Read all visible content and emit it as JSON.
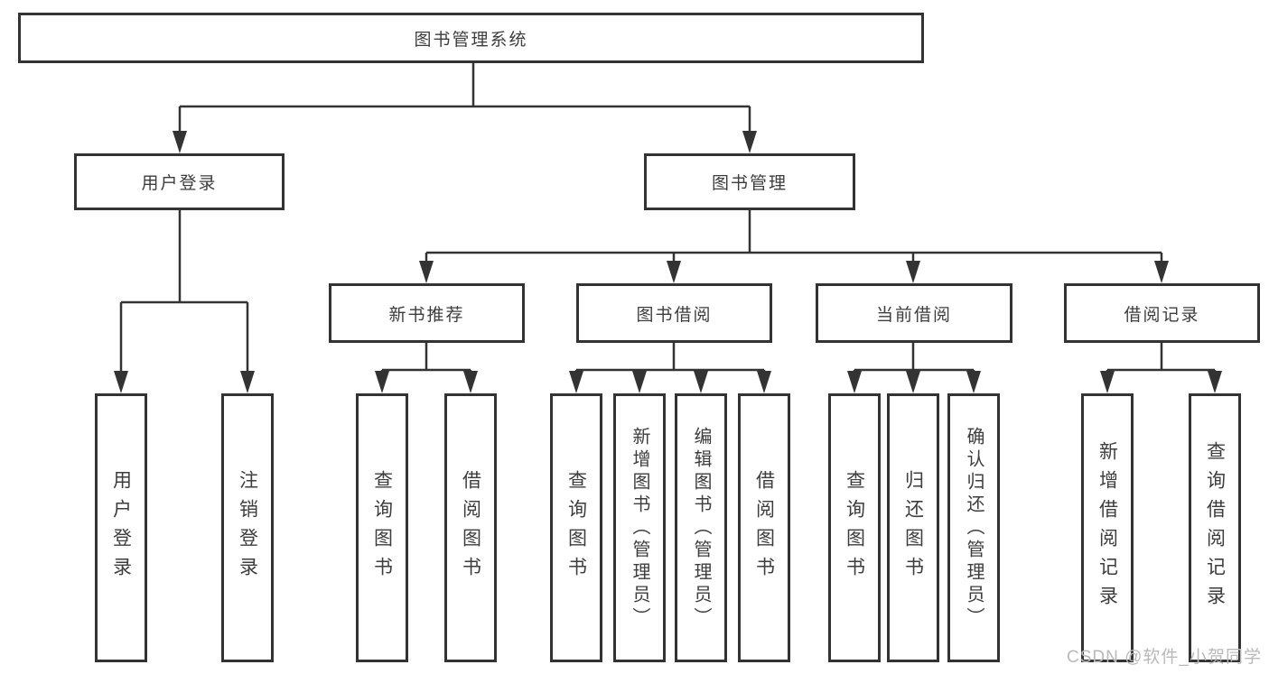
{
  "diagram": {
    "root": {
      "label": "图书管理系统"
    },
    "level2": [
      {
        "label": "用户登录",
        "children": [
          {
            "label": "用户登录"
          },
          {
            "label": "注销登录"
          }
        ]
      },
      {
        "label": "图书管理",
        "children": [
          {
            "label": "新书推荐",
            "children": [
              {
                "label": "查询图书"
              },
              {
                "label": "借阅图书"
              }
            ]
          },
          {
            "label": "图书借阅",
            "children": [
              {
                "label": "查询图书"
              },
              {
                "label": "新增图书（管理员）"
              },
              {
                "label": "编辑图书（管理员）"
              },
              {
                "label": "借阅图书"
              }
            ]
          },
          {
            "label": "当前借阅",
            "children": [
              {
                "label": "查询图书"
              },
              {
                "label": "归还图书"
              },
              {
                "label": "确认归还（管理员）"
              }
            ]
          },
          {
            "label": "借阅记录",
            "children": [
              {
                "label": "新增借阅记录"
              },
              {
                "label": "查询借阅记录"
              }
            ]
          }
        ]
      }
    ]
  },
  "watermark": {
    "text": "CSDN @软件_小贺同学",
    "color": "#b9b9b9"
  },
  "colors": {
    "line": "#333333",
    "text": "#3d3d3d",
    "background": "#ffffff"
  }
}
